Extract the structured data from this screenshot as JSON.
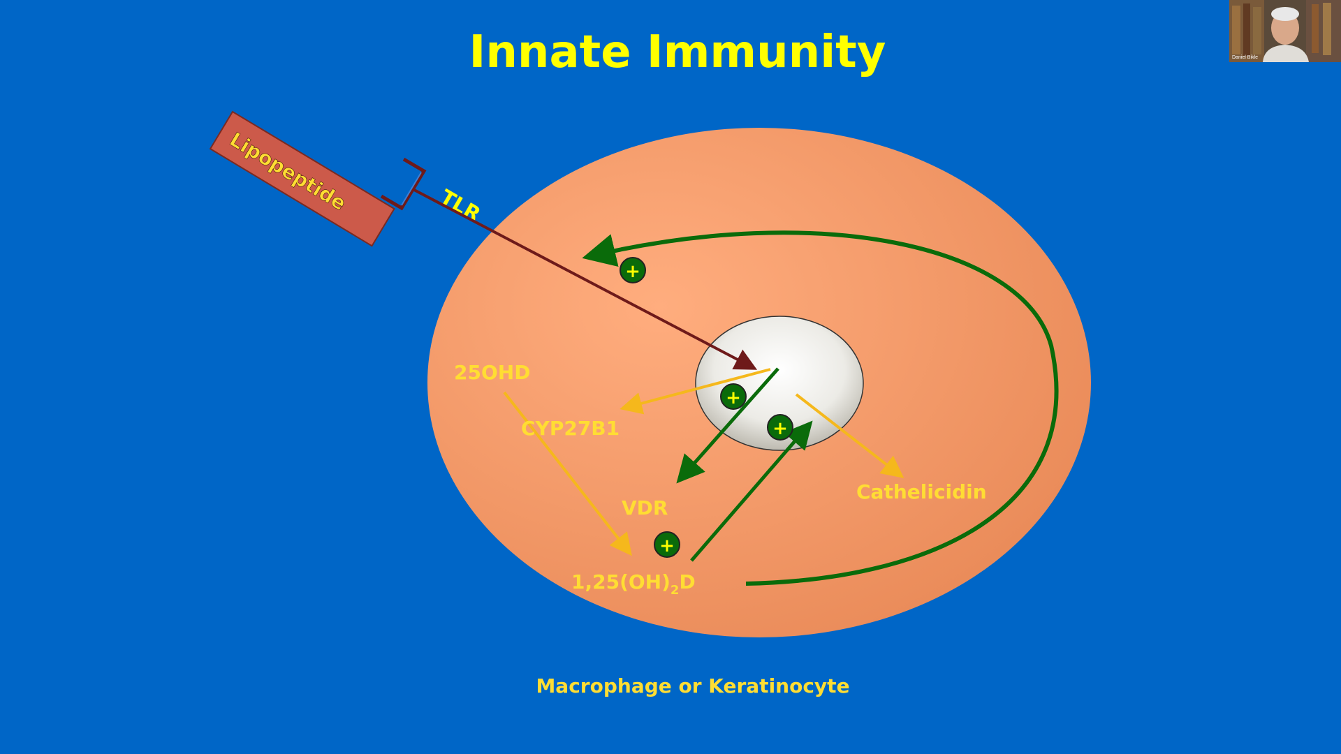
{
  "title": "Innate Immunity",
  "caption": "Macrophage or Keratinocyte",
  "labels": {
    "lipopeptide": "Lipopeptide",
    "tlr": "TLR",
    "ohd25": "25OHD",
    "cyp27b1": "CYP27B1",
    "vdr": "VDR",
    "cathelicidin": "Cathelicidin",
    "dihydroxy_main": "1,25(OH)",
    "dihydroxy_sub": "2",
    "dihydroxy_end": "D"
  },
  "plus_sign": "+",
  "video": {
    "participant_name": "Daniel Bikle"
  },
  "colors": {
    "background": "#0066c7",
    "title": "#ffff00",
    "label": "#ffdd33",
    "cell": "#f4a070",
    "nucleus": "#e9e6dc",
    "green_arrow": "#0a6b0a",
    "yellow_arrow": "#f5b81c",
    "tlr_bracket": "#6e1a1a",
    "lipopeptide_box": "#cc5a4a"
  }
}
